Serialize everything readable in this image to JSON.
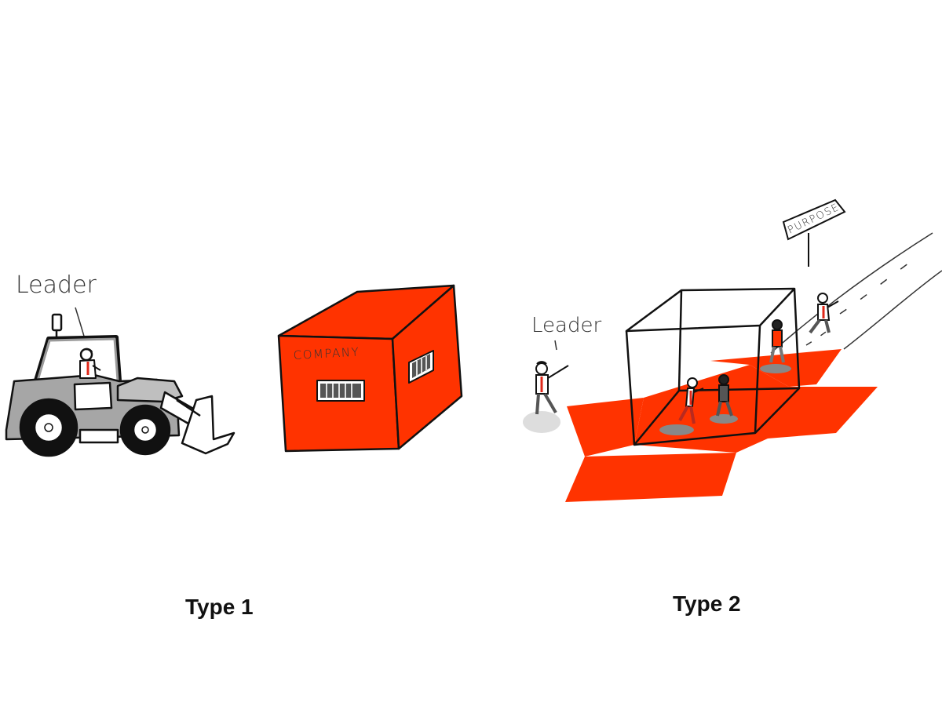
{
  "left_panel": {
    "leader_label": "Leader",
    "company_label": "COMPANY",
    "caption": "Type 1"
  },
  "right_panel": {
    "leader_label": "Leader",
    "sign_label": "PURPOSE",
    "caption": "Type 2"
  },
  "colors": {
    "accent_red": "#ff3300",
    "machine_grey": "#a6a6a6",
    "ink": "#111111"
  }
}
